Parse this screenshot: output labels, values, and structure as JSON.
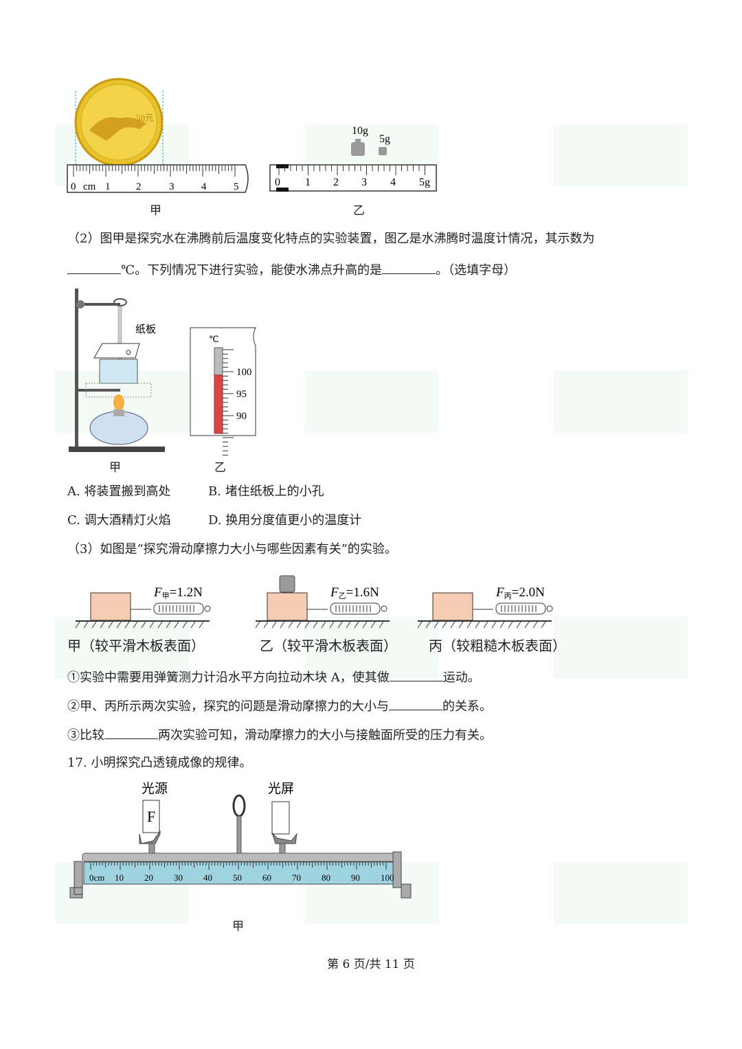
{
  "fig1": {
    "coin_ruler": {
      "labels": [
        "0",
        "cm",
        "1",
        "2",
        "3",
        "4",
        "5"
      ],
      "caption": "甲",
      "coin_text": "50元"
    },
    "balance_ruler": {
      "labels": [
        "0",
        "1",
        "2",
        "3",
        "4",
        "5g"
      ],
      "weights": [
        "10g",
        "5g"
      ],
      "caption": "乙"
    }
  },
  "q2": {
    "line1": "（2）图甲是探究水在沸腾前后温度变化特点的实验装置，图乙是水沸腾时温度计情况，其示数为",
    "line2_a": "℃。下列情况下进行实验，能使水沸点升高的是",
    "line2_b": "。（选填字母）",
    "fig": {
      "board_label": "纸板",
      "unit": "℃",
      "ticks": [
        "100",
        "95",
        "90"
      ],
      "caption_a": "甲",
      "caption_b": "乙"
    },
    "options": [
      {
        "letter": "A.",
        "text": "将装置搬到高处"
      },
      {
        "letter": "B.",
        "text": "堵住纸板上的小孔"
      },
      {
        "letter": "C.",
        "text": "调大酒精灯火焰"
      },
      {
        "letter": "D.",
        "text": "换用分度值更小的温度计"
      }
    ]
  },
  "q3": {
    "intro": "（3）如图是“探究滑动摩擦力大小与哪些因素有关”的实验。",
    "figs": [
      {
        "force_sub": "甲",
        "force_val": "=1.2N",
        "caption": "甲（较平滑木板表面）"
      },
      {
        "force_sub": "乙",
        "force_val": "=1.6N",
        "caption": "乙（较平滑木板表面）"
      },
      {
        "force_sub": "丙",
        "force_val": "=2.0N",
        "caption": "丙（较粗糙木板表面）"
      }
    ],
    "s1_a": "①实验中需要用弹簧测力计沿水平方向拉动木块 A，使其做",
    "s1_b": "运动。",
    "s2_a": "②甲、丙所示两次实验，探究的问题是滑动摩擦力的大小与",
    "s2_b": "的关系。",
    "s3_a": "③比较",
    "s3_b": "两次实验可知，滑动摩擦力的大小与接触面所受的压力有关。"
  },
  "q17": {
    "title": "17. 小明探究凸透镜成像的规律。",
    "fig": {
      "source_label": "光源",
      "screen_label": "光屏",
      "source_letter": "F",
      "ticks": [
        "0cm",
        "10",
        "20",
        "30",
        "40",
        "50",
        "60",
        "70",
        "80",
        "90",
        "100"
      ],
      "caption": "甲"
    }
  },
  "footer": {
    "page": "第 6 页/共 11 页"
  }
}
